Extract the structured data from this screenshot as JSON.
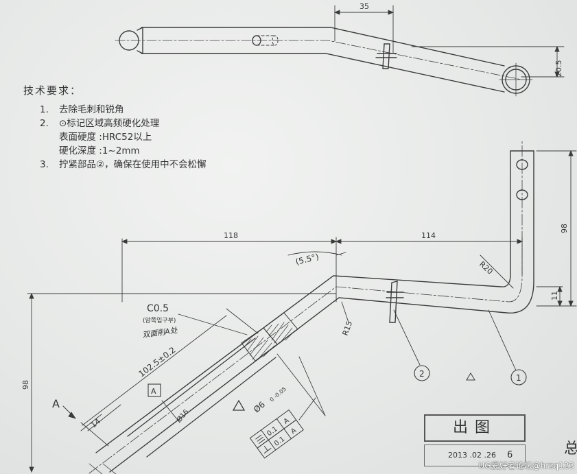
{
  "notes": {
    "title": "技术要求：",
    "items": [
      {
        "num": "1.",
        "text": "去除毛刺和锐角"
      },
      {
        "num": "2.",
        "text": "⊙标记区域高频硬化处理"
      },
      {
        "num": "",
        "text": "表面硬度 :HRC52以上"
      },
      {
        "num": "",
        "text": "硬化深度 :1~2mm"
      },
      {
        "num": "3.",
        "text": "拧紧部品②，确保在使用中不会松懈"
      }
    ]
  },
  "top_view": {
    "dim_35": "35",
    "dim_20_5": "20.5"
  },
  "main_view": {
    "dim_118": "118",
    "dim_114": "114",
    "dim_98_right": "98",
    "dim_11": "11",
    "dim_98_left": "98",
    "dim_14": "14",
    "angle": "(5.5°)",
    "r20": "R20",
    "r15": "R15",
    "chamfer": "C0.5",
    "korean_note": "(암쪽입구부)",
    "handwritten": "双面削A处",
    "dim_102": "102.5±0.2",
    "phi16": "Ø16",
    "phi6": "Ø6",
    "phi6_tol": "0\n-0.05",
    "datum_a": "A",
    "view_arrow": "A",
    "balloon_1": "1",
    "balloon_2": "2",
    "tol_val_1": "0.1",
    "tol_ref_1": "A",
    "tol_val_2": "0.1",
    "tol_ref_2": "A"
  },
  "title_block": {
    "title": "出图",
    "date": "2013 .02 .26",
    "date_suffix": "6"
  },
  "corner_char": "总",
  "watermark": "UG爱好者论坛@hrzq123"
}
